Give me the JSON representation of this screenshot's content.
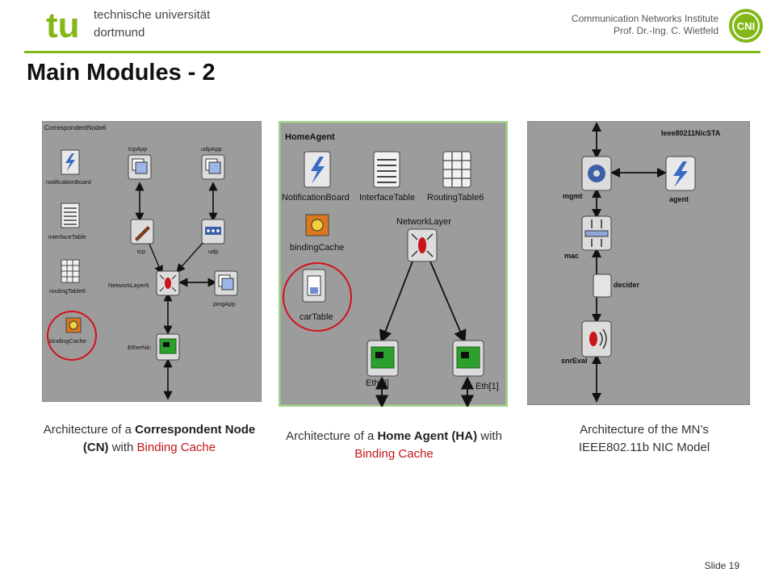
{
  "header": {
    "university_line1": "technische universität",
    "university_line2": "dortmund",
    "tu_logo": "tu",
    "institute_line1": "Communication Networks Institute",
    "institute_line2": "Prof. Dr.-Ing. C. Wietfeld",
    "cni_logo": "CNI",
    "accent_color": "#84b819"
  },
  "title": "Main Modules - 2",
  "panels": {
    "cn": {
      "module_name": "CorrespondentNode6",
      "labels": {
        "notificationBoard": "notificationBoard",
        "interfaceTable": "interfaceTable",
        "routingTable6": "routingTable6",
        "bindingCache": "bindingCache",
        "tcpApp": "tcpApp",
        "udpApp": "udpApp",
        "tcp": "tcp",
        "udp": "udp",
        "networkLayer6": "NetworkLayer6",
        "pingApp": "pingApp",
        "etherNic": "EtherNic"
      }
    },
    "ha": {
      "module_name": "HomeAgent",
      "labels": {
        "notificationBoard": "NotificationBoard",
        "interfaceTable": "InterfaceTable",
        "routingTable6": "RoutingTable6",
        "bindingCache": "bindingCache",
        "networkLayer": "NetworkLayer",
        "carTable": "carTable",
        "eth0": "Eth[0]",
        "eth1": "Eth[1]"
      }
    },
    "nic": {
      "module_name": "Ieee80211NicSTA",
      "labels": {
        "mgmt": "mgmt",
        "agent": "agent",
        "mac": "mac",
        "decider": "decider",
        "snrEval": "snrEval"
      }
    }
  },
  "captions": {
    "cn": {
      "pre": "Architecture of a ",
      "bold": "Correspondent Node (CN)",
      "mid": " with ",
      "red": "Binding Cache"
    },
    "ha": {
      "pre": "Architecture of a ",
      "bold": "Home Agent (HA)",
      "mid": " with ",
      "red": "Binding Cache"
    },
    "nic": {
      "line1": "Architecture of the MN’s",
      "line2": "IEEE802.11b NIC Model"
    }
  },
  "footer": {
    "slide": "Slide 19"
  },
  "colors": {
    "highlight_red": "#c0161c",
    "panel_gray": "#9c9c9c",
    "ha_border": "#a5d18a"
  }
}
